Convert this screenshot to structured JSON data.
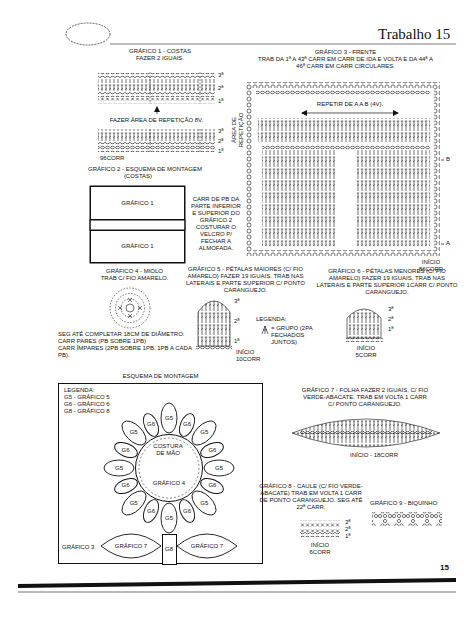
{
  "diagram": {
    "title": "Trabalho 15",
    "nodes": [
      {
        "text": [
          "GRÁFICO 1"
        ]
      },
      {
        "text": [
          "GRÁFICO 1"
        ]
      },
      {
        "text": [
          "ESQUEMA DE MONTAGEM"
        ]
      },
      {
        "text": [
          "GRÁFICO 4"
        ],
        "in": 2
      },
      {
        "text": [
          "G5"
        ],
        "in": 2
      },
      {
        "text": [
          "G6"
        ],
        "in": 2
      },
      {
        "text": [
          "G5"
        ],
        "in": 2
      },
      {
        "text": [
          "G6"
        ],
        "in": 2
      },
      {
        "text": [
          "G5"
        ],
        "in": 2
      },
      {
        "text": [
          "G6"
        ],
        "in": 2
      },
      {
        "text": [
          "G5"
        ],
        "in": 2
      },
      {
        "text": [
          "G6"
        ],
        "in": 2
      },
      {
        "text": [
          "G5"
        ],
        "in": 2
      },
      {
        "text": [
          "G6"
        ],
        "in": 2
      },
      {
        "text": [
          "G5"
        ],
        "in": 2
      },
      {
        "text": [
          "G6"
        ],
        "in": 2
      },
      {
        "text": [
          "G5"
        ],
        "in": 2
      },
      {
        "text": [
          "G6"
        ],
        "in": 2
      },
      {
        "text": [
          "G5"
        ],
        "in": 2
      },
      {
        "text": [
          "G6"
        ],
        "in": 2
      },
      {
        "text": [
          "GRÁFICO 7"
        ],
        "in": 2
      },
      {
        "text": [
          "GRÁFICO 7"
        ],
        "in": 2
      },
      {
        "text": [
          "G8"
        ],
        "in": 2
      }
    ],
    "labels": [
      "GRÁFICO 1 - COSTAS",
      "FAZER 2 IGUAIS.",
      "3ª",
      "2ª",
      "1ª",
      "FAZER ÁREA DE REPETIÇÃO 8V.",
      "3ª",
      "2ª",
      "1ª",
      "ÁREA DE REPETIÇÃO",
      "96CORR",
      "GRÁFICO 3 - FRENTE",
      "TRAB DA 1ª A 43ª CARR EM CARR DE IDA E VOLTA E DA 44ª A 46ª CARR EM CARR CIRCULARES.",
      "REPETIR DE A A B (4V).",
      "B",
      "A",
      "INÍCIO",
      "86CORR",
      "GRÁFICO 2 - ESQUEMA DE MONTAGEM",
      "(COSTAS)",
      "CARR DE PB DA PARTE INFERIOR E SUPERIOR DO GRÁFICO 2 COSTURAR O VELCRO P/ FECHAR A ALMOFADA.",
      "GRÁFICO 4 - MIOLO",
      "TRAB C/ FIO AMARELO.",
      "SEG ATÉ COMPLETAR 18CM DE DIÂMETRO:",
      "CARR PARES (PB SOBRE 1PB)",
      "CARR ÍMPARES (2PB SOBRE 1PB, 1PB A CADA PB).",
      "GRÁFICO 5 - PÉTALAS MAIORES (C/ FIO AMARELO) FAZER 19 IGUAIS. TRAB NAS LATERAIS E PARTE SUPERIOR C/ PONTO CARANGUEJO.",
      "3ª",
      "2ª",
      "1ª",
      "INÍCIO",
      "10CORR",
      "LEGENDA:",
      "= GRUPO (2PA FECHADOS JUNTOS)",
      "GRÁFICO 6 - PÉTALAS MENORES (C/ FIO AMARELO) FAZER 19 IGUAIS. TRAB NAS LATERAIS E PARTE SUPERIOR 1CARR C/ PONTO CARANGUEJO.",
      "3ª",
      "2ª",
      "1ª",
      "INÍCIO",
      "5CORR",
      "LEGENDA:",
      "G5 - GRÁFICO 5",
      "G6 - GRÁFICO 6",
      "G8 - GRÁFICO 8",
      "COSTURA DE MÃO",
      "GRÁFICO 3",
      "GRÁFICO 7 - FOLHA FAZER 2 IGUAIS, C/ FIO VERDE-ABACATE. TRAB EM VOLTA 1 CARR C/ PONTO CARANGUEJO.",
      "INÍCIO - 18CORR",
      "GRÁFICO 8 - CAULE (C/ FIO VERDE-ABACATE) TRAB EM VOLTA 1 CARR DE PONTO CARANGUEJO. SEG ATÉ 22ª CARR.",
      "3ª",
      "2ª",
      "1ª",
      "INÍCIO",
      "6CORR",
      "GRÁFICO 9 - BIQUINHO",
      "15"
    ]
  }
}
